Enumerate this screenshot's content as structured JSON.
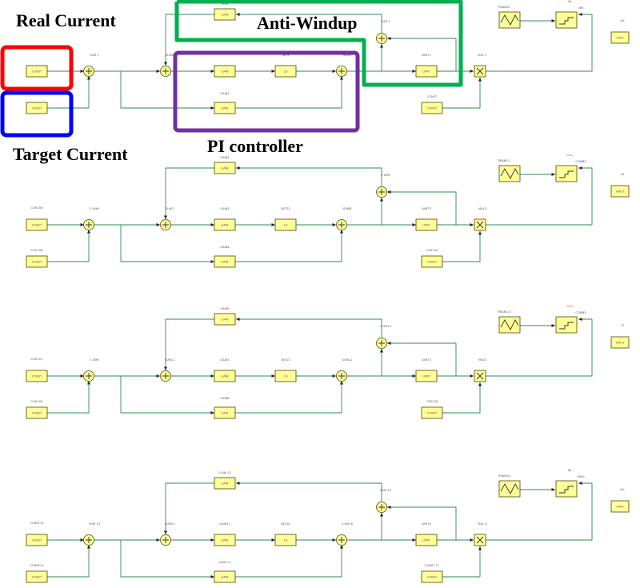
{
  "annotations": [
    {
      "text": "Real Current"
    },
    {
      "text": "Anti-Windup"
    },
    {
      "text": "Target Current"
    },
    {
      "text": "PI controller"
    }
  ],
  "highlight_colors": {
    "real_current": "#ff0000",
    "target_current": "#0000ff",
    "anti_windup": "#00b050",
    "pi_controller": "#7030a0"
  },
  "rows": [
    {
      "labels": {
        "const_a": "",
        "const_b": "",
        "sum_in": "SUM 1",
        "sum_pi": "SUM2",
        "gain_p": "",
        "gain_i": "GAIN2",
        "gain_aw": "GAIN",
        "integ": "INTG",
        "sum_out": "SUM3",
        "sum_aw": "SUM 4",
        "limit": "LIMIT1",
        "mult": "MUL 1",
        "const_m": "CONST",
        "tri": "TRIANG1",
        "cmp": "SHE",
        "out_t": "Ga",
        "out": "Gb"
      },
      "inner": {
        "const_a": "CONST",
        "const_b": "CONST",
        "gain_p": "GAIN",
        "gain_i": "GAIN",
        "gain_aw": "GAIN",
        "integ": "1/s",
        "limit": "LIMIT",
        "out": "HWO"
      }
    },
    {
      "labels": {
        "const_a": "CON 3/6",
        "const_b": "CON 3/8",
        "sum_in": "S UM6",
        "sum_pi": "SUM7",
        "gain_p": "GAIN5",
        "gain_i": "GAIN6",
        "gain_aw": "GAIN4",
        "integ": "INTG3",
        "sum_out": "SUM8",
        "sum_aw": "S UM9",
        "limit": "LIMIT3",
        "mult": "MUL3",
        "const_m": "CON 3/9",
        "tri": "TRIANG 1",
        "cmp": "COMB3",
        "out_t": "Ct a",
        "out": "Cd"
      },
      "inner": {
        "const_a": "CONST",
        "const_b": "CONST",
        "gain_p": "GAIN",
        "gain_i": "GAIN",
        "gain_aw": "GAIN",
        "integ": "1/s",
        "limit": "LIMIT",
        "out": "HW D"
      }
    },
    {
      "labels": {
        "const_a": "CON 3/7",
        "const_b": "CON 3/9",
        "sum_in": "S UM9",
        "sum_pi": "SUM11",
        "gain_p": "GAIN7",
        "gain_i": "GAIN8",
        "gain_aw": "GAIN9",
        "integ": "INTG3",
        "sum_out": "SUM12",
        "sum_aw": "S UM13",
        "limit": "LIMIT3",
        "mult": "MUL3",
        "const_m": "CON 3/8",
        "tri": "TRIANG 3",
        "cmp": "COMB3",
        "out_t": "Ct e",
        "out": "Cf"
      },
      "inner": {
        "const_a": "CONST",
        "const_b": "CONST",
        "gain_p": "GAIN",
        "gain_i": "GAIN",
        "gain_aw": "GAIN",
        "integ": "1/s",
        "limit": "LIMIT",
        "out": "HW D"
      }
    },
    {
      "labels": {
        "const_a": "CONST10",
        "const_b": "CONST10",
        "sum_in": "SUM 13",
        "sum_pi": "SUM15",
        "gain_p": "GAIN11",
        "gain_i": "GAIN 11",
        "gain_aw": "G AIN 12",
        "integ": "INTG4",
        "sum_out": "S UM16",
        "sum_aw": "SUM 14",
        "limit": "LIMIT4",
        "mult": "MUL 4",
        "const_m": "CONST 11",
        "tri": "TRIANG4",
        "cmp": "SHE4",
        "out_t": "Rg",
        "out": "Gb"
      },
      "inner": {
        "const_a": "CONST",
        "const_b": "CONST",
        "gain_p": "GAIN",
        "gain_i": "GAIN",
        "gain_aw": "GAIN",
        "integ": "1/s",
        "limit": "LIMIT",
        "out": "HWO"
      }
    }
  ]
}
